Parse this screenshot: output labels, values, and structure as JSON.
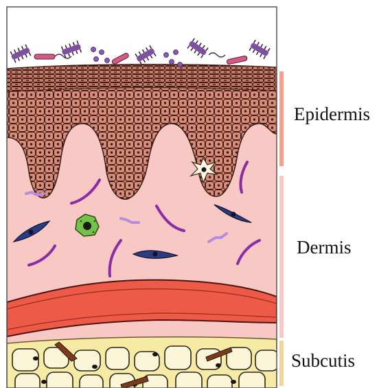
{
  "layers": {
    "epidermis": {
      "label": "Epidermis",
      "color": "#f3a08c"
    },
    "dermis": {
      "label": "Dermis",
      "color": "#f7c9c3"
    },
    "subcutis": {
      "label": "Subcutis",
      "color": "#f2d49a"
    }
  },
  "colors": {
    "skin_background": "#f8c8c4",
    "keratinocyte": "#d88a78",
    "keratinocyte_outline": "#3a1c14",
    "blood_vessel": "#ee5a48",
    "fat_layer": "#f7eaa4",
    "fibroblast": "#2c3c84",
    "collagen": "#8a2ca4",
    "microbes": "#8050a0",
    "rod_bacteria": "#d65a86",
    "immune_cell": "#74c24a"
  }
}
